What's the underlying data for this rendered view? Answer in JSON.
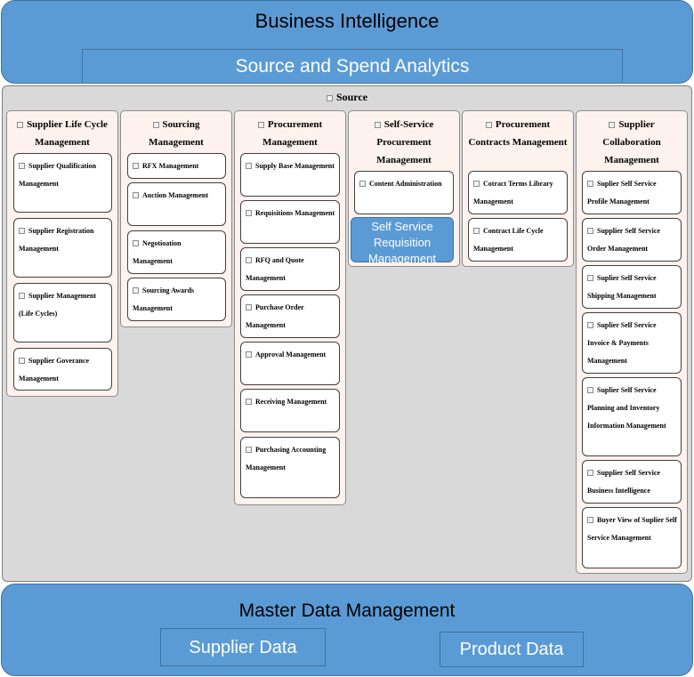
{
  "business_intelligence": {
    "title": "Business Intelligence",
    "sub": "Source and Spend Analytics"
  },
  "source": {
    "label": "Source",
    "columns": [
      {
        "title": "Supplier Life Cycle Management",
        "items": [
          "Supplier Qualification Management",
          "Supplier Registration Management",
          "Supplier Management (Life Cycles)",
          "Supplier Goverance Management"
        ]
      },
      {
        "title": "Sourcing Management",
        "items": [
          "RFX Management",
          "Auction Management",
          "Negotioation Management",
          "Sourcing Awards Management"
        ]
      },
      {
        "title": "Procurement Management",
        "items": [
          "Supply Base Management",
          "Requisitions Management",
          "RFQ and Quote Management",
          "Purchase Order Management",
          "Approval Management",
          "Receiving Management",
          "Purchasing Accounting Management"
        ]
      },
      {
        "title": "Self-Service Procurement Management",
        "items": [
          "Content Administration",
          "Self Service Requisition Management"
        ]
      },
      {
        "title": "Procurement Contracts Management",
        "items": [
          "Cotract Terms Library Management",
          "Contract Life Cycle Management"
        ]
      },
      {
        "title": "Supplier Collaboration Management",
        "items": [
          "Suplier Self Service Profile Management",
          "Supplier Self Service Order Management",
          "Suplier Self Service Shipping Management",
          "Suplier Self Service Invoice & Payments Management",
          "Suplier Self Service Planning and Inventory Information Management",
          "Supplier Self Service Business Intelligence",
          "Buyer View of Suplier Self Service Management"
        ]
      }
    ]
  },
  "master_data": {
    "title": "Master Data Management",
    "supplier": "Supplier Data",
    "product": "Product Data"
  },
  "colors": {
    "blue": "#5b9bd5",
    "panel_gray": "#d9d9d9",
    "column_bg": "#fdf2ed"
  }
}
